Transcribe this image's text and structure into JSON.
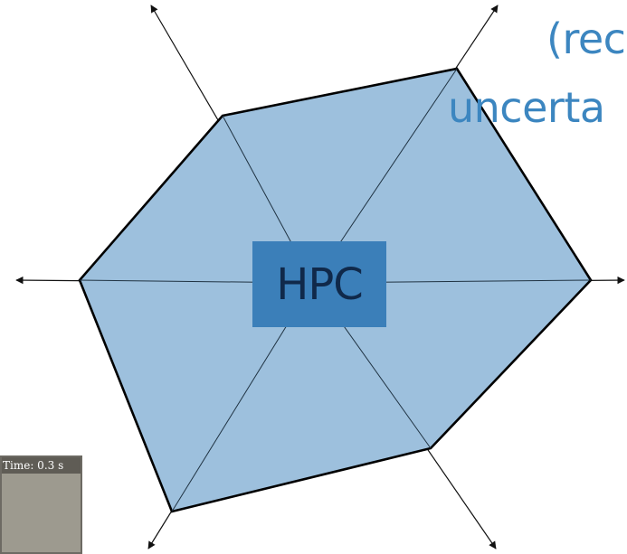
{
  "diagram": {
    "center_label": "HPC",
    "overlay_line_1": "(rec",
    "overlay_line_2": "uncerta",
    "thumbnail_label": "Time: 0.3 s"
  },
  "colors": {
    "hexagon_fill": "#9dc0dd",
    "center_fill": "#3b7fb9",
    "center_text": "#10294a",
    "overlay_text": "#3c86c0",
    "axis_color": "#111111",
    "outline_color": "#000000"
  }
}
